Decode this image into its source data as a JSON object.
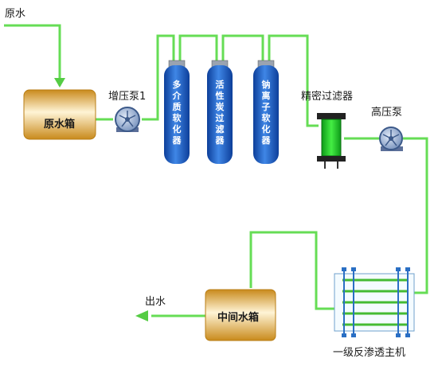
{
  "labels": {
    "raw_water": "原水",
    "raw_water_tank": "原水箱",
    "booster_pump": "增压泵1",
    "multimedia_softener": "多介质软化器",
    "activated_carbon_filter": "活性炭过滤器",
    "sodium_ion_softener": "钠离子软化器",
    "precision_filter": "精密过滤器",
    "high_pressure_pump": "高压泵",
    "intermediate_tank": "中间水箱",
    "outlet_water": "出水",
    "ro_unit": "一级反渗透主机"
  },
  "colors": {
    "pipe": "#66dd55",
    "arrow": "#55cc44",
    "tank": "#e6b03e",
    "vessel": "#2266cc",
    "filter": "#22cc22",
    "pump": "#5577aa",
    "membrane": "#44bb33"
  }
}
